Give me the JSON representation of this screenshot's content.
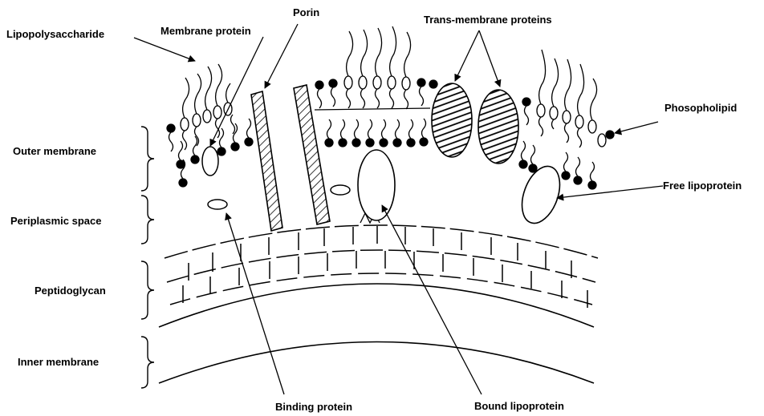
{
  "labels": {
    "lipopolysaccharide": "Lipopolysaccharide",
    "membrane_protein": "Membrane protein",
    "porin": "Porin",
    "trans_membrane_proteins": "Trans-membrane proteins",
    "phospholipid": "Phosopholipid",
    "free_lipoprotein": "Free lipoprotein",
    "outer_membrane": "Outer membrane",
    "periplasmic_space": "Periplasmic space",
    "peptidoglycan": "Peptidoglycan",
    "inner_membrane": "Inner membrane",
    "binding_protein": "Binding protein",
    "bound_lipoprotein": "Bound lipoprotein"
  }
}
